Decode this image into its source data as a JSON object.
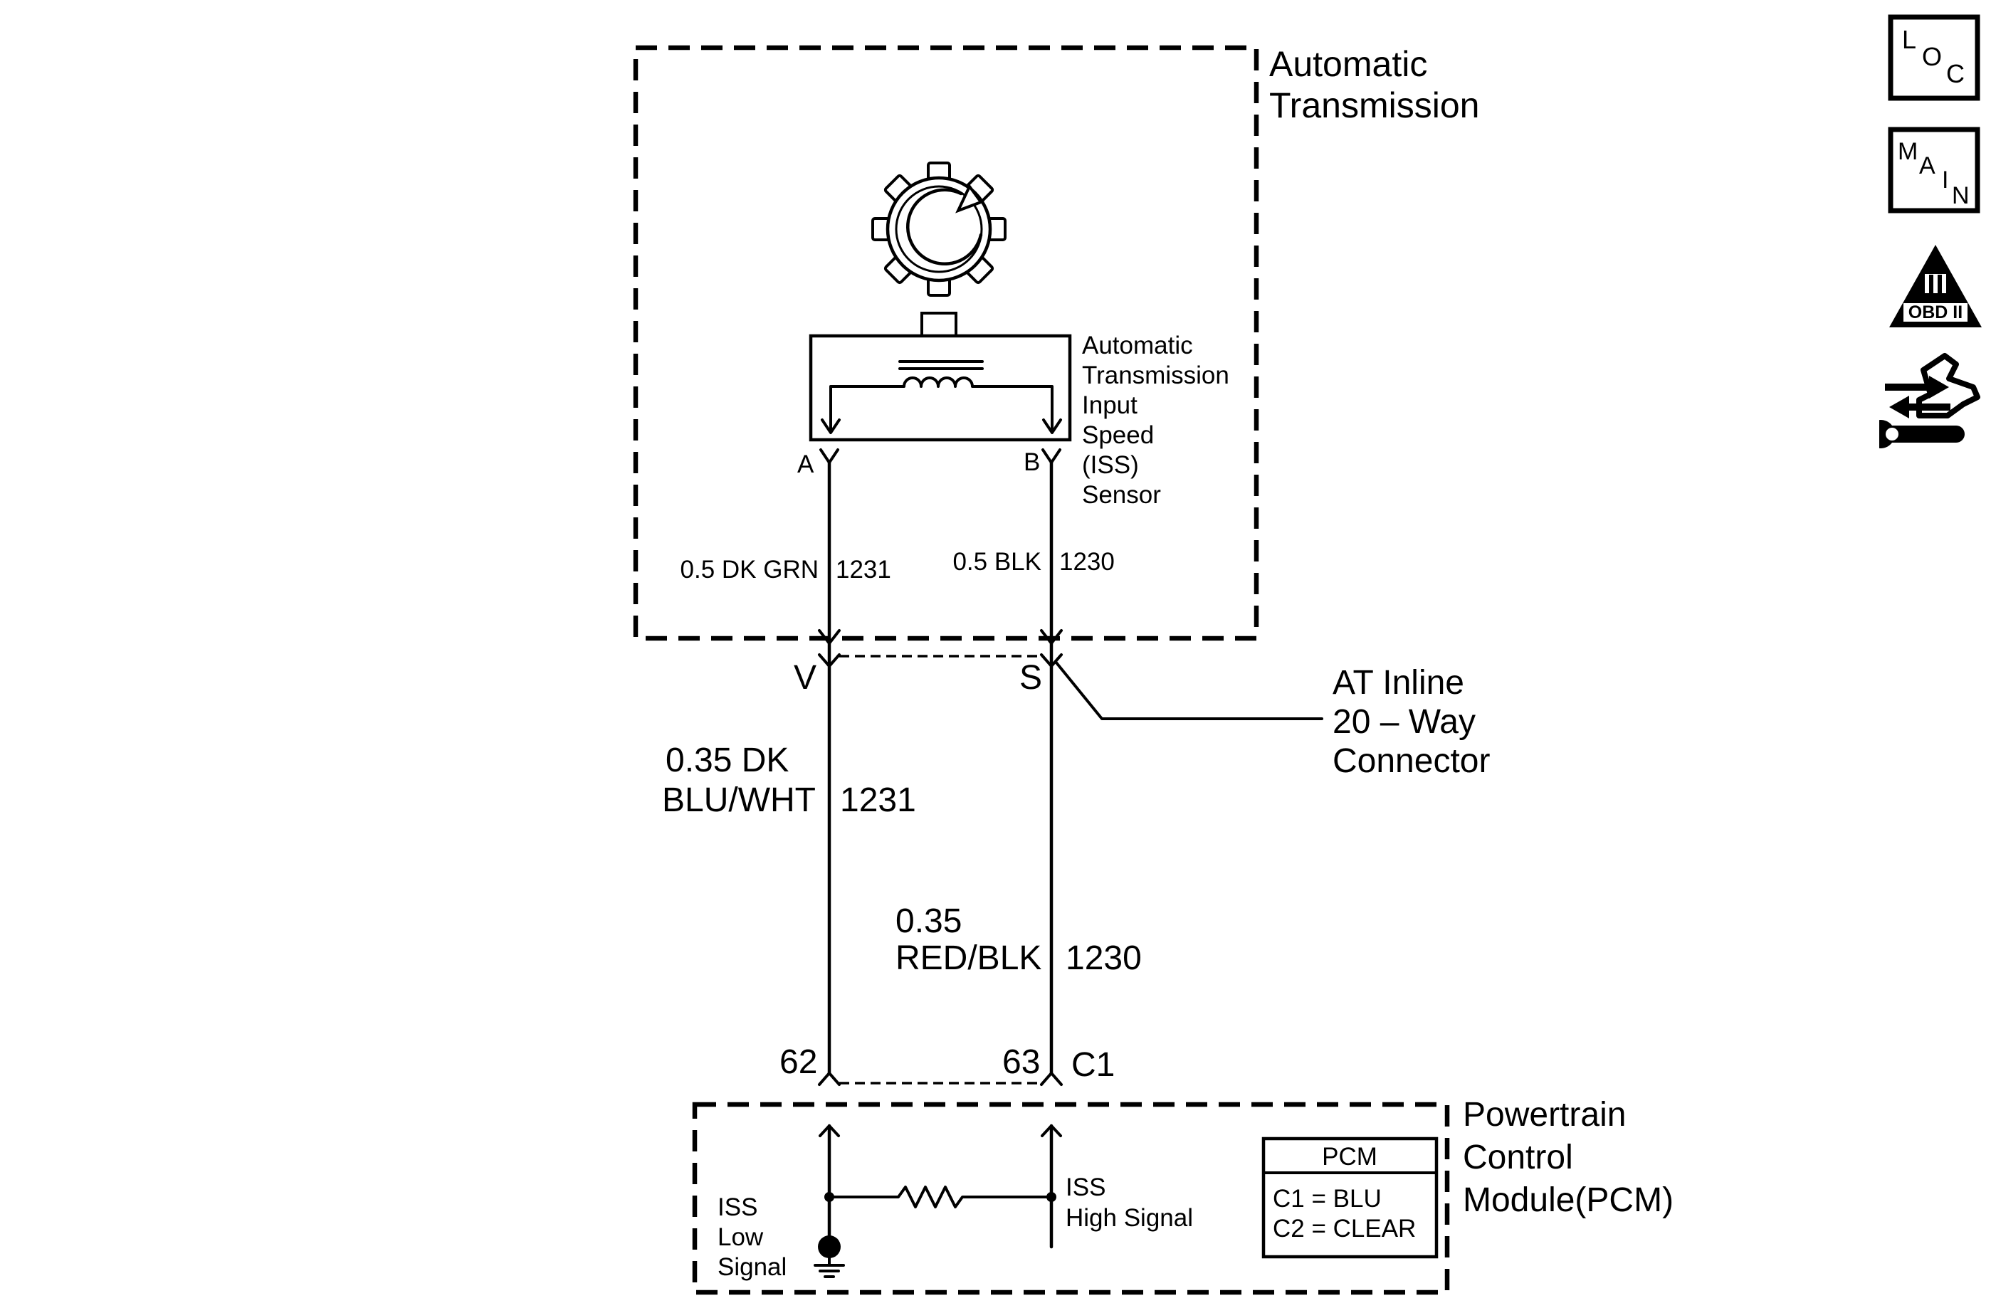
{
  "at_box": {
    "label_line1": "Automatic",
    "label_line2": "Transmission"
  },
  "iss_sensor": {
    "label_lines": [
      "Automatic",
      "Transmission",
      "Input",
      "Speed",
      "(ISS)",
      "Sensor"
    ],
    "pin_a": "A",
    "pin_b": "B"
  },
  "wires_upper": {
    "left": {
      "label": "0.5 DK GRN",
      "circuit": "1231"
    },
    "right": {
      "label": "0.5 BLK",
      "circuit": "1230"
    }
  },
  "inline_connector": {
    "pin_left": "V",
    "pin_right": "S",
    "label_lines": [
      "AT Inline",
      "20 – Way",
      "Connector"
    ]
  },
  "wires_lower": {
    "left": {
      "label_line1": "0.35 DK",
      "label_line2": "BLU/WHT",
      "circuit": "1231"
    },
    "right": {
      "label_line1": "0.35",
      "label_line2": "RED/BLK",
      "circuit": "1230"
    }
  },
  "pcm_connector": {
    "pin_left": "62",
    "pin_right": "63",
    "connector_id": "C1"
  },
  "pcm": {
    "label_lines": [
      "Powertrain",
      "Control",
      "Module(PCM)"
    ],
    "low_signal_lines": [
      "ISS",
      "Low",
      "Signal"
    ],
    "high_signal_lines": [
      "ISS",
      "High Signal"
    ],
    "legend_title": "PCM",
    "legend_rows": [
      "C1 = BLU",
      "C2 = CLEAR"
    ]
  },
  "side_icons": {
    "loc": {
      "letters": [
        "L",
        "O",
        "C"
      ],
      "icon": "location-icon"
    },
    "main": {
      "letters": [
        "M",
        "A",
        "I",
        "N"
      ],
      "icon": "main-menu-icon"
    },
    "obd": {
      "numeral": "II",
      "caption": "OBD II",
      "icon": "obd-ii-icon"
    },
    "tool": {
      "icon": "hand-wrench-icon"
    }
  }
}
